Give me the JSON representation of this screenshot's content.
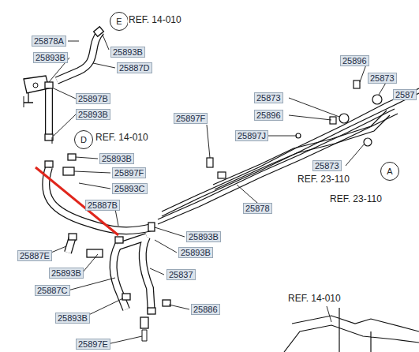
{
  "diagram": {
    "nodes": [
      {
        "text": [
          "E"
        ]
      },
      {
        "text": [
          "D"
        ]
      },
      {
        "text": [
          "A"
        ]
      }
    ],
    "labels": [
      "REF. 14-010",
      "25878A",
      "25893B",
      "25893B",
      "25887D",
      "25897B",
      "25893B",
      "REF. 14-010",
      "25893B",
      "25897F",
      "25893C",
      "25887B",
      "25893B",
      "25887E",
      "25893B",
      "25837",
      "25893B",
      "25887C",
      "25886",
      "25893B",
      "25897E",
      "25896",
      "25873",
      "2587",
      "25873",
      "25896",
      "25897F",
      "25897J",
      "25873",
      "REF. 23-110",
      "REF. 23-110",
      "25878",
      "REF. 14-010"
    ]
  }
}
